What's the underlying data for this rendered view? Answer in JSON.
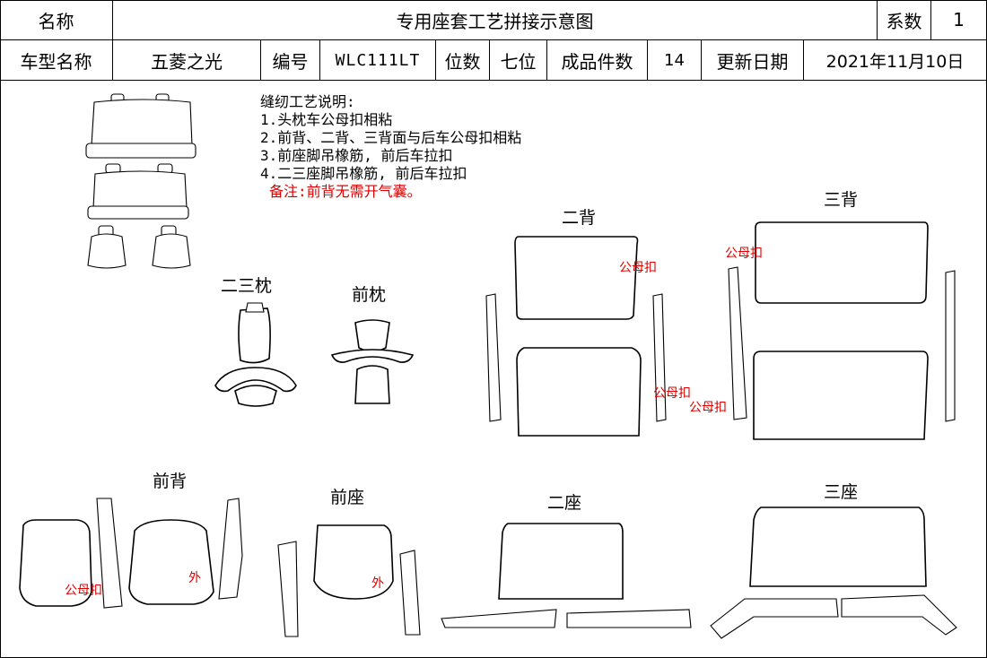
{
  "header": {
    "name_label": "名称",
    "doc_title": "专用座套工艺拼接示意图",
    "coef_label": "系数",
    "coef_value": "1",
    "model_label": "车型名称",
    "model_value": "五菱之光",
    "code_label": "编号",
    "code_value": "WLC111LT",
    "seats_label": "位数",
    "seats_value": "七位",
    "count_label": "成品件数",
    "count_value": "14",
    "date_label": "更新日期",
    "date_value": "2021年11月10日"
  },
  "notes": {
    "heading": "缝纫工艺说明:",
    "items": [
      "1.头枕车公母扣相粘",
      "2.前背、二背、三背面与后车公母扣相粘",
      "3.前座脚吊橡筋, 前后车拉扣",
      "4.二三座脚吊橡筋, 前后车拉扣"
    ],
    "remark": "备注:前背无需开气囊。"
  },
  "section_labels": {
    "headrest_23": "二三枕",
    "headrest_front": "前枕",
    "back_2": "二背",
    "back_3": "三背",
    "back_front": "前背",
    "seat_front": "前座",
    "seat_2": "二座",
    "seat_3": "三座"
  },
  "tags": {
    "snap_1": "公母扣",
    "snap_2": "公母扣",
    "snap_3": "公母扣",
    "snap_4": "公母扣",
    "snap_5": "公母扣",
    "outer_1": "外",
    "outer_2": "外"
  },
  "colors": {
    "line": "#000000",
    "remark": "#e00000"
  }
}
